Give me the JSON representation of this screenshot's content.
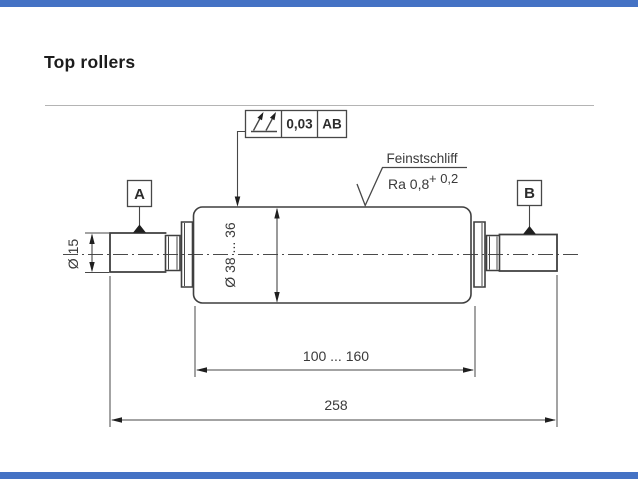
{
  "page": {
    "title": "Top rollers"
  },
  "colors": {
    "slide_edge_blue": "#4472C4",
    "line_color": "#3f3f3f",
    "text_color": "#3a3a3a"
  },
  "drawing": {
    "tolerance_frame": {
      "symbol_icon": "total-runout-icon",
      "value": "0,03",
      "datum_ref": "AB"
    },
    "datums": {
      "a": "A",
      "b": "B"
    },
    "surface_finish": {
      "label": "Feinstschliff",
      "ra_value": "Ra  0,8",
      "ra_tolerance": "+ 0,2"
    },
    "dimensions": {
      "left_shaft_diameter": "Ø 15",
      "body_diameter": "Ø 38 ... 36",
      "body_length": "100 ... 160",
      "total_length": "258"
    }
  }
}
